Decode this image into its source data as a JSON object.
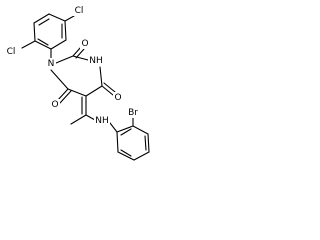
{
  "molecule": {
    "atoms": {
      "cl_top": "Cl",
      "cl_left": "Cl",
      "br": "Br",
      "n_ring": "N",
      "nh_ring": "NH",
      "nh_chain": "NH",
      "o_top": "O",
      "o_left": "O",
      "o_right": "O"
    }
  }
}
